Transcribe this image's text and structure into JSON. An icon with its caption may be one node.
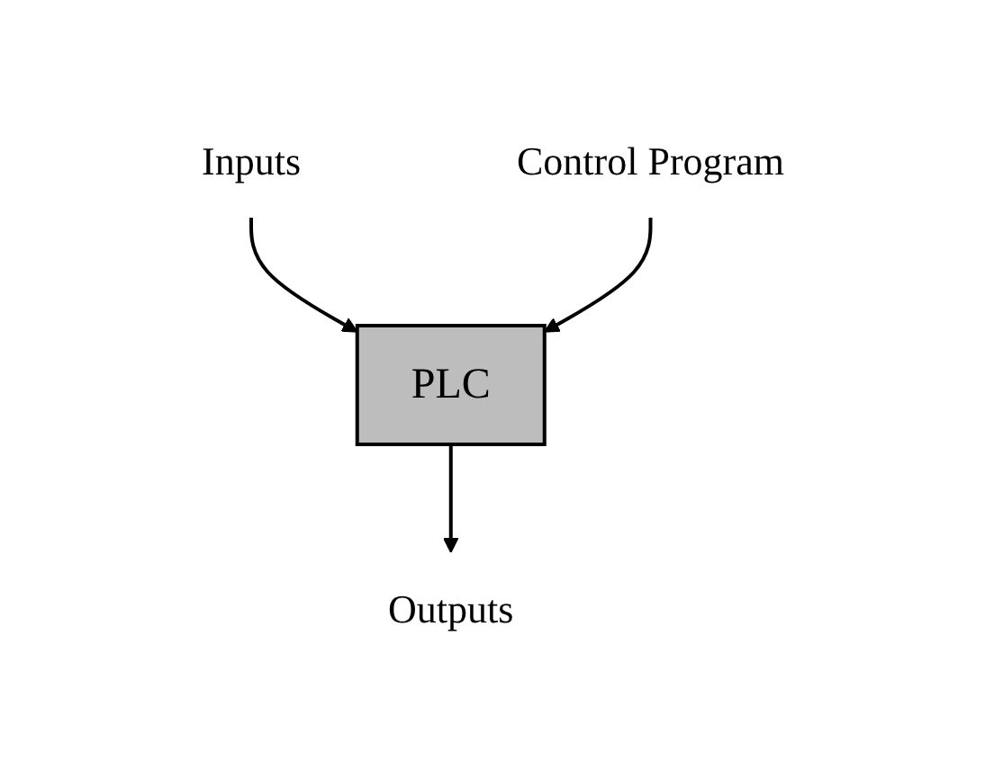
{
  "diagram": {
    "nodes": [
      {
        "text": [
          "Inputs"
        ]
      },
      {
        "text": [
          "PLC"
        ]
      },
      {
        "text": [
          "Control Program"
        ]
      },
      {
        "text": [
          "Outputs"
        ]
      }
    ],
    "edges": [
      {
        "from": 0,
        "to": 1,
        "arrow": "to"
      },
      {
        "from": 2,
        "to": 1,
        "arrow": "to"
      },
      {
        "from": 1,
        "to": 3,
        "arrow": "to"
      }
    ]
  }
}
